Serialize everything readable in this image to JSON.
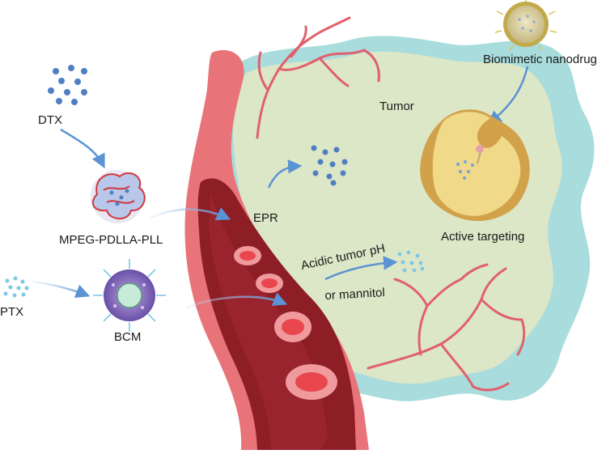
{
  "labels": {
    "dtx": "DTX",
    "mpeg": "MPEG-PDLLA-PLL",
    "ptx": "PTX",
    "bcm": "BCM",
    "epr": "EPR",
    "tumor": "Tumor",
    "biomimetic": "Biomimetic nanodrug",
    "active": "Active targeting",
    "acidic_line1": "Acidic tumor pH",
    "acidic_line2": "or mannitol"
  },
  "colors": {
    "tumor_outer": "#a9dcdc",
    "tumor_inner": "#dce7c8",
    "vessel_wall": "#e8747a",
    "vessel_inner": "#8d1e26",
    "rbc": "#e8474d",
    "drug_dark": "#4f7fc0",
    "drug_light": "#7ec8e6",
    "arrow": "#6fa4dc"
  }
}
